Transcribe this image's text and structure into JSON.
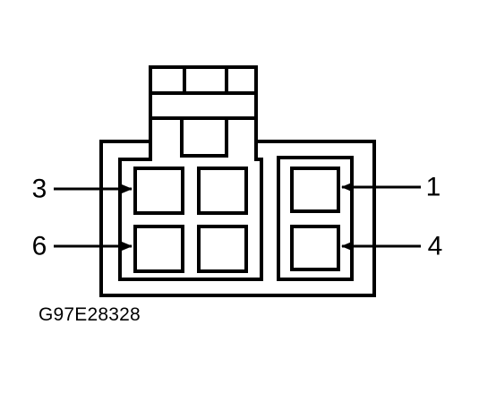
{
  "figure_id": "G97E28328",
  "pin_labels": {
    "pin_3": "3",
    "pin_6": "6",
    "pin_1": "1",
    "pin_4": "4"
  },
  "colors": {
    "line": "#000000",
    "background": "#ffffff"
  }
}
